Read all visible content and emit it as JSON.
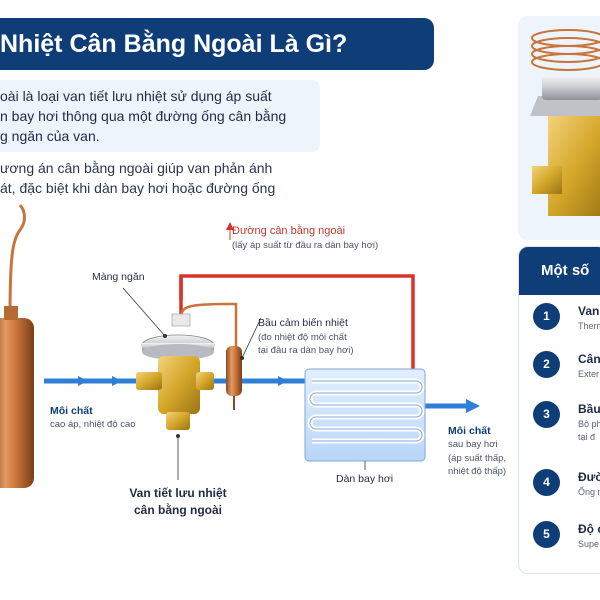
{
  "header": {
    "title": "Nhiệt Cân Bằng Ngoài Là Gì?"
  },
  "description": {
    "lines": [
      "oài là loại van tiết lưu nhiệt sử dụng áp suất",
      "n bay hơi thông qua một đường ống cân bằng",
      "g ngăn của van."
    ]
  },
  "note": {
    "lines": [
      "ương án cân bằng ngoài giúp van phản ánh",
      "át, đặc biệt khi dàn bay hơi hoặc đường ống"
    ]
  },
  "diagram": {
    "equalizer_line": {
      "title": "Đường cân bằng ngoài",
      "sub": "(lấy áp suất từ đầu ra dàn bay hơi)"
    },
    "diaphragm": {
      "title": "Màng ngăn"
    },
    "sensing_bulb": {
      "title": "Bầu cảm biến nhiệt",
      "sub1": "(đo nhiệt độ môi chất",
      "sub2": "tại đầu ra dàn bay hơi)"
    },
    "inlet": {
      "title": "Môi chất",
      "sub": "cao áp, nhiệt độ cao"
    },
    "outlet": {
      "title": "Môi chất",
      "sub1": "sau bay hơi",
      "sub2": "(áp suất thấp,",
      "sub3": "nhiệt độ thấp)"
    },
    "valve": {
      "line1": "Van tiết lưu nhiệt",
      "line2": "cân bằng ngoài"
    },
    "evaporator": {
      "title": "Dàn bay hơi"
    }
  },
  "side_panel": {
    "heading": "Một số",
    "items": [
      {
        "num": "1",
        "title": "Van",
        "sub": "Therm"
      },
      {
        "num": "2",
        "title": "Cân",
        "sub": "Exter"
      },
      {
        "num": "3",
        "title": "Bầu",
        "sub": "Bộ ph",
        "sub2": "tại đ"
      },
      {
        "num": "4",
        "title": "Đườ",
        "sub": "Ống n"
      },
      {
        "num": "5",
        "title": "Độ c",
        "sub": "Supe"
      }
    ]
  },
  "colors": {
    "navy": "#0f3d78",
    "copper": "#c9743a",
    "brass": "#d4a62a",
    "red_line": "#d9342b",
    "blue_flow": "#2f7fd6",
    "panel_bg": "#eef4fb"
  }
}
